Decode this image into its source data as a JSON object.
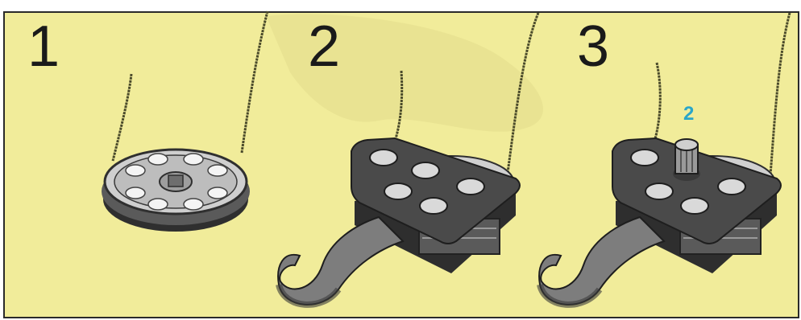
{
  "steps": [
    {
      "label": "1"
    },
    {
      "label": "2"
    },
    {
      "label": "3"
    }
  ],
  "part_badge": "2",
  "colors": {
    "background": "#f1ec9a",
    "part_dark": "#3c3c3c",
    "part_light": "#d8d8d8",
    "rope": "#4a4a2a",
    "badge": "#2aa6c9"
  },
  "icons": [
    "pulley-wheel-icon",
    "pulley-block-hook-icon",
    "pulley-block-hook-with-axle-icon",
    "rope-icon"
  ]
}
